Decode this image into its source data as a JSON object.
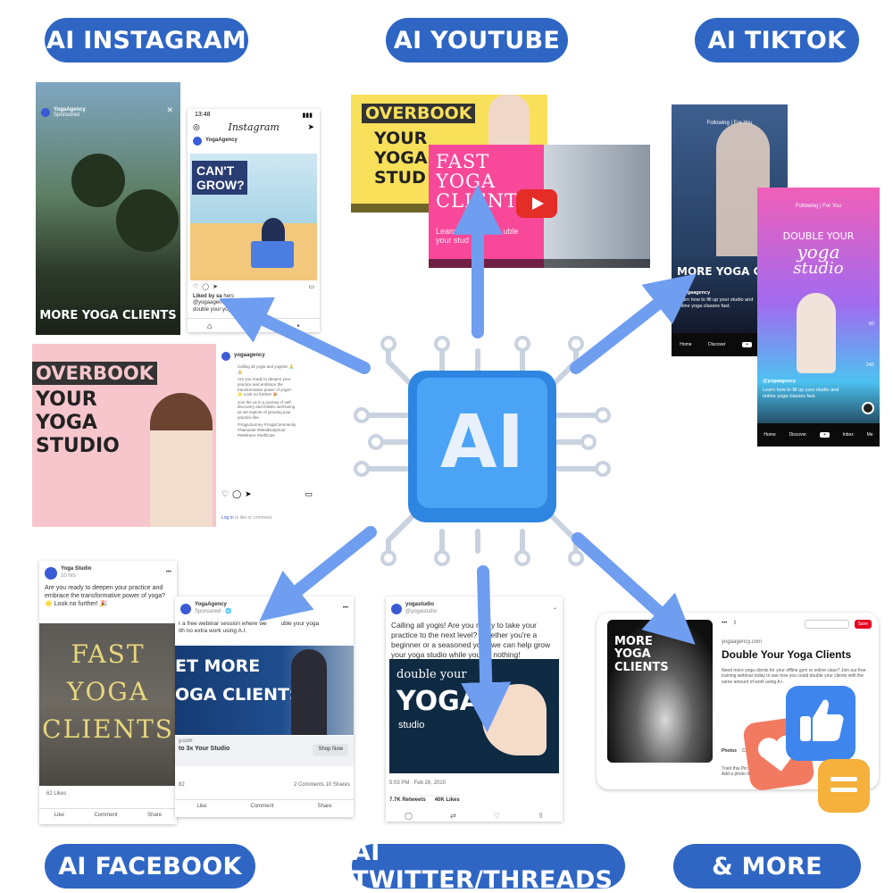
{
  "labels": {
    "instagram": "AI INSTAGRAM",
    "youtube": "AI YOUTUBE",
    "tiktok": "AI TIKTOK",
    "facebook": "AI FACEBOOK",
    "twitter": "AI TWITTER/THREADS",
    "more": "& MORE"
  },
  "chip": {
    "text": "AI"
  },
  "instagram": {
    "story": {
      "account": "YogaAgency",
      "sponsored": "Sponsored",
      "caption": "MORE YOGA CLIENTS"
    },
    "post": {
      "time": "13:48",
      "app_name": "Instagram",
      "account": "YogaAgency",
      "image_text": "CAN'T GROW?",
      "liked_by": "Liked by sa",
      "liked_suffix": "hers",
      "caption_start": "@yogaagency-",
      "caption_mid": "ebinar on how to",
      "caption_end": "double your yoga"
    },
    "square": {
      "line1": "OVERBOOK",
      "line2": "YOUR",
      "line3": "YOGA",
      "line4": "STUDIO"
    },
    "side": {
      "account": "yogaagency",
      "line1": "Calling all yogis and yoginis! 🙏🙏",
      "line2": "Are you ready to deepen your practice and embrace the transformative power of yoga? 🌟 Look no further! 🎉",
      "line3": "Join the us in a journey of self-discovery and holistic well-being as we explore of growing your practice like.",
      "line4": "#YogaJourney #YogaCommunity #Namaste #MindBodySoul #Wellness #SelfCare",
      "login": "Log in",
      "login_suffix": "to like or comment."
    }
  },
  "youtube": {
    "thumb_a": {
      "line1": "OVERBOOK",
      "line2": "YOUR",
      "line3": "YOGA",
      "line4": "STUD"
    },
    "thumb_b": {
      "line1": "FAST",
      "line2": "YOGA",
      "line3": "CLIENTS",
      "sub_a": "Learn",
      "sub_b": "uble",
      "sub_c": "your stud"
    }
  },
  "tiktok": {
    "a": {
      "following": "Following",
      "for_you": "For You",
      "big": "MORE YOGA CLI",
      "account": "@yogaagency",
      "caption": "Learn how to fill up your studio and online yoga classes fast."
    },
    "b": {
      "following": "Following",
      "for_you": "For You",
      "headline": "DOUBLE YOUR",
      "script1": "yoga",
      "script2": "studio",
      "account": "@yogaagency",
      "caption": "Learn how to fill up your studio and online yoga classes fast.",
      "likes": "60",
      "count2": "242"
    },
    "nav": {
      "home": "Home",
      "discover": "Discover",
      "inbox": "Inbox",
      "me": "Me"
    }
  },
  "facebook": {
    "a": {
      "account": "Yoga Studio",
      "time": "10 hrs",
      "text": "Are you ready to deepen your practice and embrace the transformative power of yoga? 🌟 Look no further! 🎉",
      "img1": "FAST",
      "img2": "YOGA",
      "img3": "CLIENTS",
      "likes": "62 Likes",
      "like": "Like",
      "comment": "Comment",
      "share": "Share"
    },
    "b": {
      "account": "YogaAgency",
      "sponsored": "Sponsored · 🌐",
      "text": "r a free webinar session where we",
      "text2": "uble your yoga",
      "text3": "ith no extra work using A.I.",
      "img1": "ET MORE",
      "img2": "OGA CLIENTS",
      "domain": "y.com",
      "headline": "to 3x Your Studio",
      "cta": "Shop Now",
      "reactions": "82",
      "comments": "2 Comments 10 Shares",
      "like": "Like",
      "comment": "Comment",
      "share": "Share"
    }
  },
  "twitter": {
    "account": "yogastudio",
    "handle": "@yogastudio",
    "text": "Calling all yogis!  Are you ready to take your practice to the next level? Whether you're a beginner or a seasoned yogi, we can help grow your yoga studio while you do nothing!",
    "img1": "double your",
    "img2": "YOGA",
    "img3": "studio",
    "time": "5:03 PM · Feb 26, 2020",
    "retweets": "7.7K Retweets",
    "likes": "40K Likes"
  },
  "pinterest": {
    "img1": "MORE",
    "img2": "YOGA",
    "img3": "CLIENTS",
    "domain": "yogaagency.com",
    "title": "Double Your Yoga Clients",
    "desc": "Need more yoga clients for your offline gym or online class? Join our free training webinar today to see how you could double your clients with the same amount of work using A.I.",
    "save": "Save",
    "tab1": "Photos",
    "tab2": "Co",
    "try1": "Tried this Pin?",
    "try2": "Add a photo to"
  }
}
